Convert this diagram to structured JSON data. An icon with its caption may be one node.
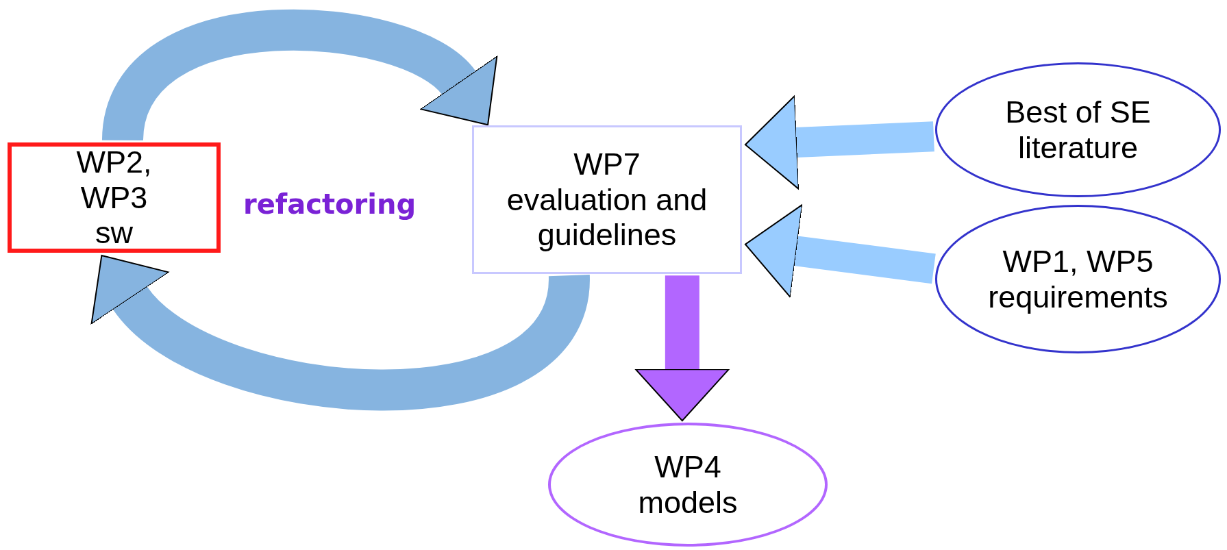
{
  "diagram": {
    "nodes": [
      {
        "text": [
          "WP2, WP3",
          "sw"
        ]
      },
      {
        "text": [
          "WP7",
          "evaluation and guidelines"
        ]
      },
      {
        "text": [
          "Best of SE literature"
        ]
      },
      {
        "text": [
          "WP1, WP5 requirements"
        ]
      },
      {
        "text": [
          "WP4",
          "models"
        ]
      }
    ],
    "edges": [
      {
        "from": 0,
        "to": 1,
        "arrow": "to"
      },
      {
        "from": 1,
        "to": 0,
        "arrow": "to"
      },
      {
        "from": 2,
        "to": 1,
        "arrow": "to"
      },
      {
        "from": 3,
        "to": 1,
        "arrow": "to"
      },
      {
        "from": 1,
        "to": 4,
        "arrow": "to",
        "color": "#b266ff"
      }
    ],
    "labels": [
      "refactoring"
    ]
  }
}
